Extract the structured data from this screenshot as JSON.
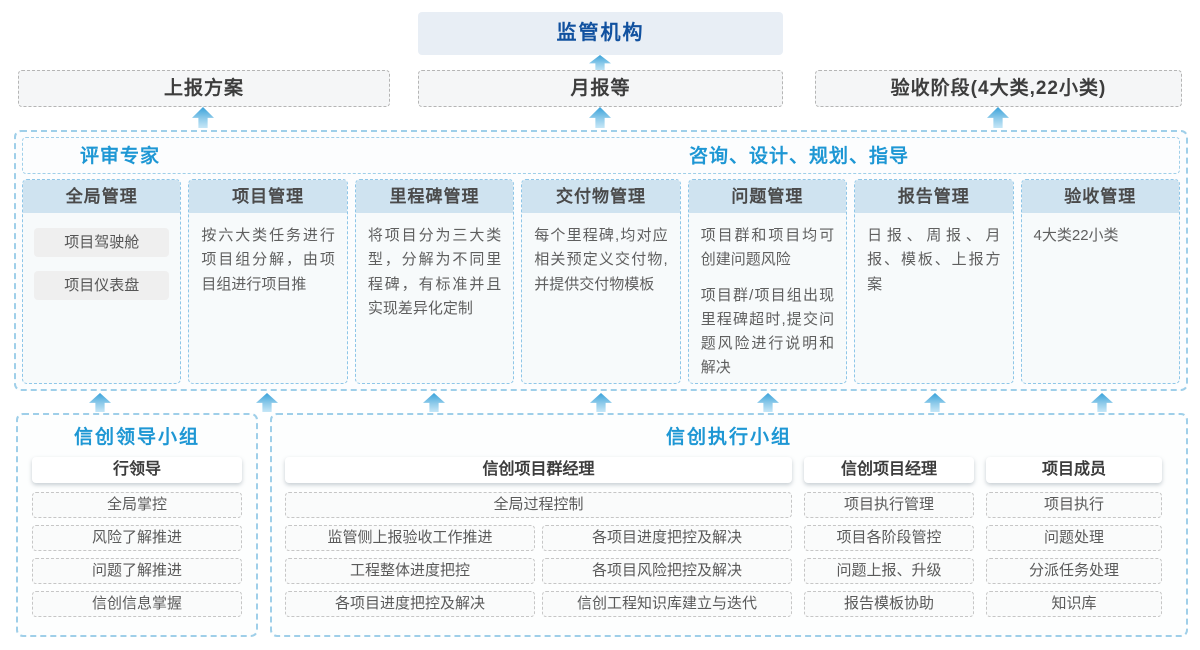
{
  "top": {
    "regulator_label": "监管机构"
  },
  "report_row": {
    "box1": "上报方案",
    "box2": "月报等",
    "box3": "验收阶段(4大类,22小类)"
  },
  "middle": {
    "left_header": "评审专家",
    "right_header": "咨询、设计、规划、指导",
    "columns": [
      {
        "title": "全局管理",
        "chips": [
          "项目驾驶舱",
          "项目仪表盘"
        ]
      },
      {
        "title": "项目管理",
        "paragraphs": [
          "按六大类任务进行项目组分解，由项目组进行项目推"
        ]
      },
      {
        "title": "里程碑管理",
        "paragraphs": [
          "将项目分为三大类型，分解为不同里程碑，有标准并且实现差异化定制"
        ]
      },
      {
        "title": "交付物管理",
        "paragraphs": [
          "每个里程碑,均对应相关预定义交付物,并提供交付物模板"
        ]
      },
      {
        "title": "问题管理",
        "paragraphs": [
          "项目群和项目均可创建问题风险",
          "项目群/项目组出现里程碑超时,提交问题风险进行说明和解决"
        ]
      },
      {
        "title": "报告管理",
        "paragraphs": [
          "日报、周报、月报、模板、上报方案"
        ]
      },
      {
        "title": "验收管理",
        "paragraphs": [
          "4大类22小类"
        ]
      }
    ]
  },
  "bottom": {
    "leader_group": {
      "title": "信创领导小组",
      "role": "行领导",
      "items": [
        "全局掌控",
        "风险了解推进",
        "问题了解推进",
        "信创信息掌握"
      ]
    },
    "exec_group": {
      "title": "信创执行小组",
      "program_manager": {
        "role": "信创项目群经理",
        "full_item": "全局过程控制",
        "grid_items": [
          "监管侧上报验收工作推进",
          "各项目进度把控及解决",
          "工程整体进度把控",
          "各项目风险把控及解决",
          "各项目进度把控及解决",
          "信创工程知识库建立与迭代"
        ]
      },
      "project_manager": {
        "role": "信创项目经理",
        "items": [
          "项目执行管理",
          "项目各阶段管控",
          "问题上报、升级",
          "报告模板协助"
        ]
      },
      "member": {
        "role": "项目成员",
        "items": [
          "项目执行",
          "问题处理",
          "分派任务处理",
          "知识库"
        ]
      }
    }
  },
  "colors": {
    "deep_blue": "#11519f",
    "accent_blue": "#1e97d4",
    "column_header_bg": "#cfe3f0",
    "container_border": "#9fcfe9",
    "arrow_blue": "#39a2da"
  }
}
